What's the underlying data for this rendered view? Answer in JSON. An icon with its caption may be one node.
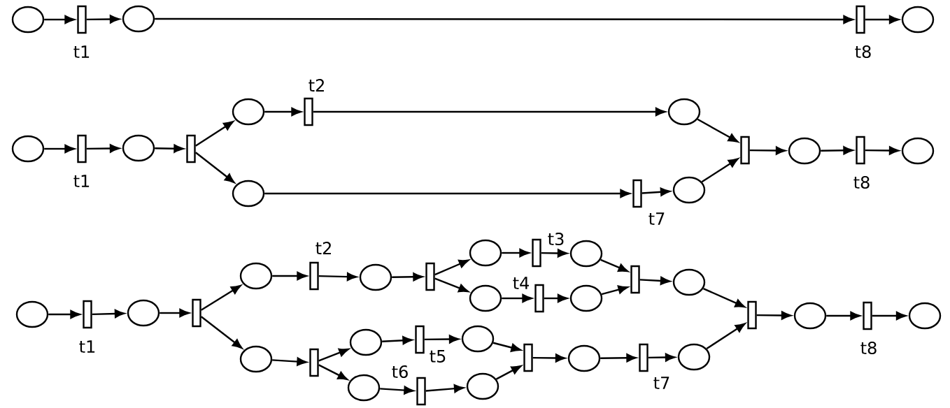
{
  "diagram": {
    "nodes": [
      {
        "text": [],
        "shape": "circle"
      },
      {
        "text": [
          "t1"
        ]
      },
      {
        "text": [],
        "shape": "circle"
      },
      {
        "text": [
          "t8"
        ]
      },
      {
        "text": [],
        "shape": "circle"
      },
      {
        "text": [],
        "shape": "circle"
      },
      {
        "text": [
          "t1"
        ]
      },
      {
        "text": [],
        "shape": "circle"
      },
      {
        "text": [],
        "shape": "bar"
      },
      {
        "text": [],
        "shape": "circle"
      },
      {
        "text": [
          "t2"
        ]
      },
      {
        "text": [],
        "shape": "circle"
      },
      {
        "text": [],
        "shape": "circle"
      },
      {
        "text": [
          "t7"
        ]
      },
      {
        "text": [],
        "shape": "circle"
      },
      {
        "text": [],
        "shape": "bar"
      },
      {
        "text": [],
        "shape": "circle"
      },
      {
        "text": [
          "t8"
        ]
      },
      {
        "text": [],
        "shape": "circle"
      },
      {
        "text": [],
        "shape": "circle"
      },
      {
        "text": [
          "t1"
        ]
      },
      {
        "text": [],
        "shape": "circle"
      },
      {
        "text": [],
        "shape": "bar"
      },
      {
        "text": [],
        "shape": "circle"
      },
      {
        "text": [
          "t2"
        ]
      },
      {
        "text": [],
        "shape": "circle"
      },
      {
        "text": [],
        "shape": "bar"
      },
      {
        "text": [],
        "shape": "circle"
      },
      {
        "text": [
          "t3"
        ]
      },
      {
        "text": [],
        "shape": "circle"
      },
      {
        "text": [],
        "shape": "circle"
      },
      {
        "text": [
          "t4"
        ]
      },
      {
        "text": [],
        "shape": "circle"
      },
      {
        "text": [],
        "shape": "bar"
      },
      {
        "text": [],
        "shape": "circle"
      },
      {
        "text": [],
        "shape": "circle"
      },
      {
        "text": [],
        "shape": "bar"
      },
      {
        "text": [],
        "shape": "circle"
      },
      {
        "text": [
          "t5"
        ]
      },
      {
        "text": [],
        "shape": "circle"
      },
      {
        "text": [],
        "shape": "circle"
      },
      {
        "text": [
          "t6"
        ]
      },
      {
        "text": [],
        "shape": "circle"
      },
      {
        "text": [],
        "shape": "bar"
      },
      {
        "text": [],
        "shape": "circle"
      },
      {
        "text": [
          "t7"
        ]
      },
      {
        "text": [],
        "shape": "circle"
      },
      {
        "text": [],
        "shape": "bar"
      },
      {
        "text": [],
        "shape": "circle"
      },
      {
        "text": [
          "t8"
        ]
      },
      {
        "text": [],
        "shape": "circle"
      }
    ],
    "edges": [
      {
        "from": 0,
        "to": 1,
        "arrow": "to"
      },
      {
        "from": 1,
        "to": 2,
        "arrow": "to"
      },
      {
        "from": 2,
        "to": 3,
        "arrow": "to"
      },
      {
        "from": 3,
        "to": 4,
        "arrow": "to"
      },
      {
        "from": 5,
        "to": 6,
        "arrow": "to"
      },
      {
        "from": 6,
        "to": 7,
        "arrow": "to"
      },
      {
        "from": 7,
        "to": 8,
        "arrow": "to"
      },
      {
        "from": 8,
        "to": 9,
        "arrow": "to"
      },
      {
        "from": 8,
        "to": 12,
        "arrow": "to"
      },
      {
        "from": 9,
        "to": 10,
        "arrow": "to"
      },
      {
        "from": 10,
        "to": 11,
        "arrow": "to"
      },
      {
        "from": 12,
        "to": 13,
        "arrow": "to"
      },
      {
        "from": 13,
        "to": 14,
        "arrow": "to"
      },
      {
        "from": 11,
        "to": 15,
        "arrow": "to"
      },
      {
        "from": 14,
        "to": 15,
        "arrow": "to"
      },
      {
        "from": 15,
        "to": 16,
        "arrow": "to"
      },
      {
        "from": 16,
        "to": 17,
        "arrow": "to"
      },
      {
        "from": 17,
        "to": 18,
        "arrow": "to"
      },
      {
        "from": 19,
        "to": 20,
        "arrow": "to"
      },
      {
        "from": 20,
        "to": 21,
        "arrow": "to"
      },
      {
        "from": 21,
        "to": 22,
        "arrow": "to"
      },
      {
        "from": 22,
        "to": 23,
        "arrow": "to"
      },
      {
        "from": 22,
        "to": 35,
        "arrow": "to"
      },
      {
        "from": 23,
        "to": 24,
        "arrow": "to"
      },
      {
        "from": 24,
        "to": 25,
        "arrow": "to"
      },
      {
        "from": 25,
        "to": 26,
        "arrow": "to"
      },
      {
        "from": 26,
        "to": 27,
        "arrow": "to"
      },
      {
        "from": 26,
        "to": 30,
        "arrow": "to"
      },
      {
        "from": 27,
        "to": 28,
        "arrow": "to"
      },
      {
        "from": 28,
        "to": 29,
        "arrow": "to"
      },
      {
        "from": 30,
        "to": 31,
        "arrow": "to"
      },
      {
        "from": 31,
        "to": 32,
        "arrow": "to"
      },
      {
        "from": 29,
        "to": 33,
        "arrow": "to"
      },
      {
        "from": 32,
        "to": 33,
        "arrow": "to"
      },
      {
        "from": 33,
        "to": 34,
        "arrow": "to"
      },
      {
        "from": 34,
        "to": 47,
        "arrow": "to"
      },
      {
        "from": 35,
        "to": 36,
        "arrow": "to"
      },
      {
        "from": 36,
        "to": 37,
        "arrow": "to"
      },
      {
        "from": 36,
        "to": 40,
        "arrow": "to"
      },
      {
        "from": 37,
        "to": 38,
        "arrow": "to"
      },
      {
        "from": 38,
        "to": 39,
        "arrow": "to"
      },
      {
        "from": 40,
        "to": 41,
        "arrow": "to"
      },
      {
        "from": 41,
        "to": 42,
        "arrow": "to"
      },
      {
        "from": 39,
        "to": 43,
        "arrow": "to"
      },
      {
        "from": 42,
        "to": 43,
        "arrow": "to"
      },
      {
        "from": 43,
        "to": 44,
        "arrow": "to"
      },
      {
        "from": 44,
        "to": 45,
        "arrow": "to"
      },
      {
        "from": 45,
        "to": 46,
        "arrow": "to"
      },
      {
        "from": 46,
        "to": 47,
        "arrow": "to"
      },
      {
        "from": 47,
        "to": 48,
        "arrow": "to"
      },
      {
        "from": 48,
        "to": 49,
        "arrow": "to"
      },
      {
        "from": 49,
        "to": 50,
        "arrow": "to"
      }
    ]
  }
}
